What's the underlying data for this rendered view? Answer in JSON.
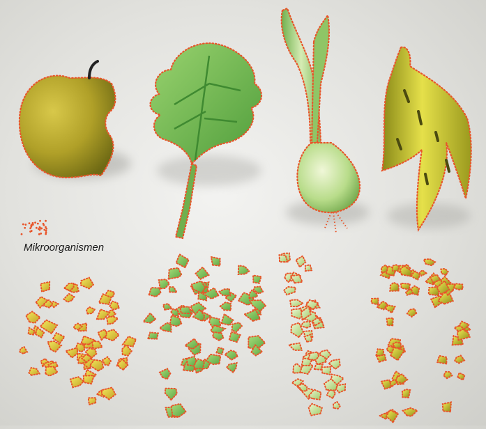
{
  "legend": {
    "label": "Mikroorganismen",
    "icon": "microorganism-dots-icon"
  },
  "colors": {
    "outline_dots": "#e8552a",
    "apple": "#b3a22a",
    "leaf": "#7cc35a",
    "onion": "#9fcc6a",
    "banana": "#d3cf3a"
  },
  "rows": [
    {
      "name": "intact",
      "items": [
        {
          "name": "apple",
          "icon": "apple-icon"
        },
        {
          "name": "leaf",
          "icon": "leaf-icon"
        },
        {
          "name": "onion",
          "icon": "onion-icon"
        },
        {
          "name": "banana-peel",
          "icon": "banana-peel-icon"
        }
      ]
    },
    {
      "name": "decomposed",
      "items": [
        {
          "name": "apple-fragments",
          "icon": "apple-fragments-icon"
        },
        {
          "name": "leaf-fragments",
          "icon": "leaf-fragments-icon"
        },
        {
          "name": "onion-fragments",
          "icon": "onion-fragments-icon"
        },
        {
          "name": "banana-fragments",
          "icon": "banana-fragments-icon"
        }
      ]
    }
  ]
}
